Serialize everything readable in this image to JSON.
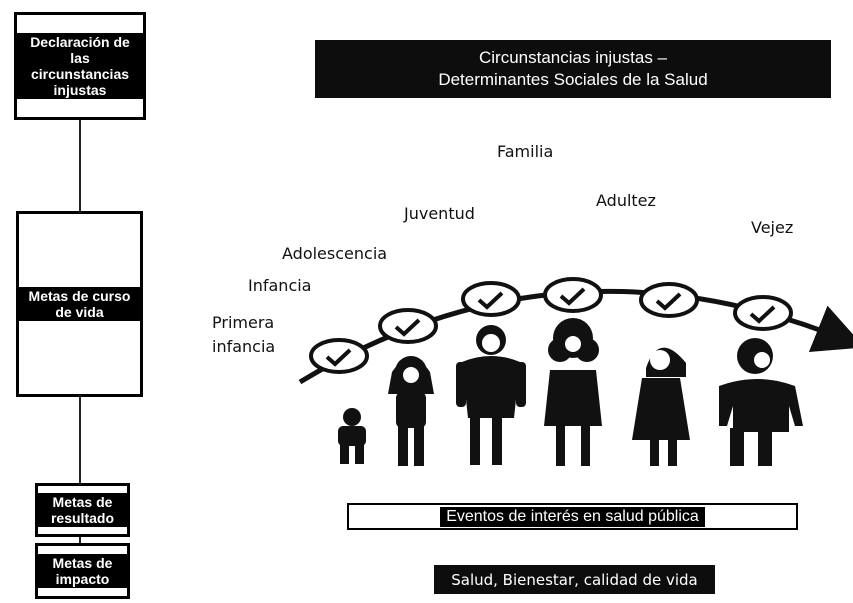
{
  "left_flow": {
    "box1": "Declaración de las circunstancias injustas",
    "box2": "Metas de curso de vida",
    "box3": "Metas de resultado",
    "box4": "Metas de impacto"
  },
  "banner": {
    "line1": "Circunstancias injustas –",
    "line2": "Determinantes Sociales de la Salud"
  },
  "stages": {
    "familia": "Familia",
    "adultez": "Adultez",
    "juventud": "Juventud",
    "vejez": "Vejez",
    "adolescencia": "Adolescencia",
    "infancia": "Infancia",
    "primera_infancia_1": "Primera",
    "primera_infancia_2": "infancia"
  },
  "bottom": {
    "events": "Eventos de interés en salud pública",
    "health": "Salud, Bienestar, calidad de vida"
  }
}
